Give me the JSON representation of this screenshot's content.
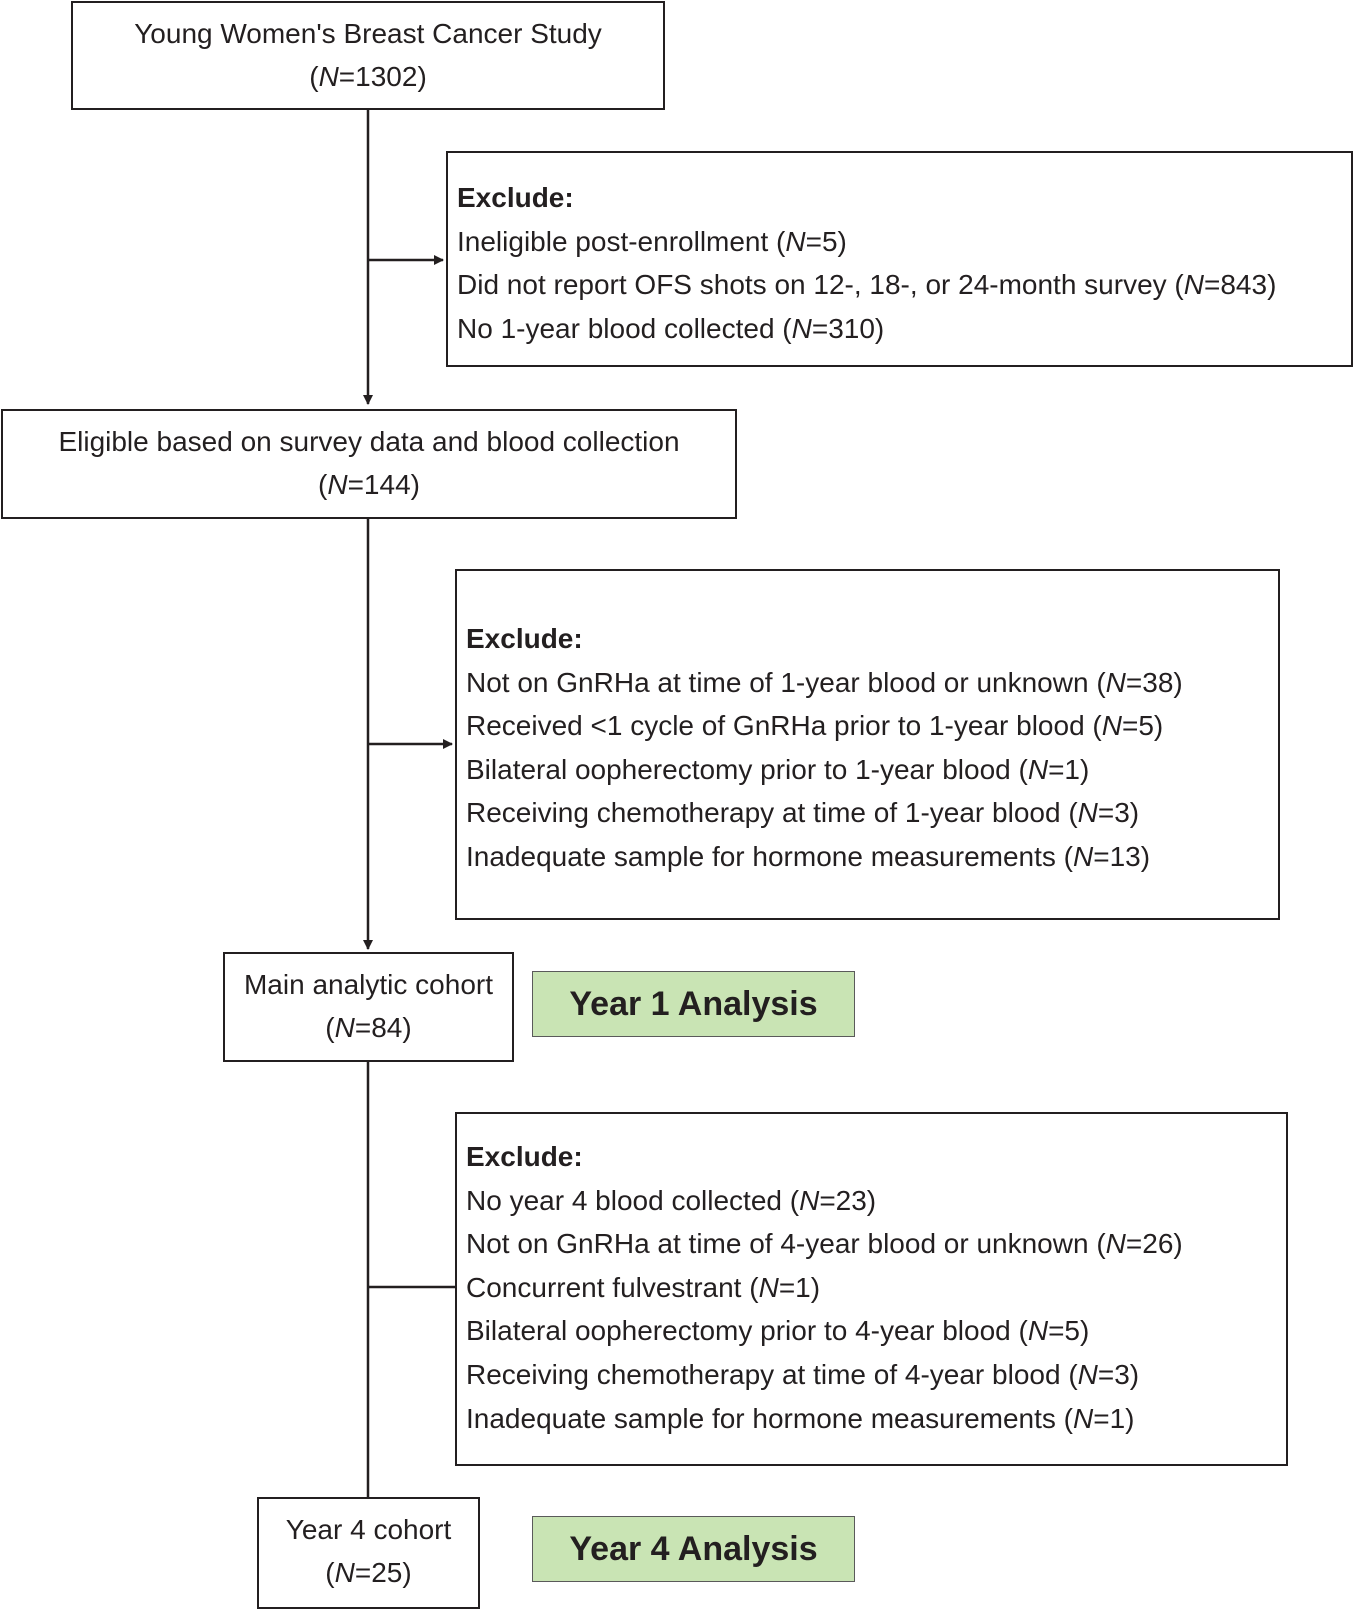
{
  "boxes": {
    "study": {
      "title": "Young Women's Breast Cancer Study",
      "n_prefix": "(",
      "n_italic": "N",
      "n_value": "=1302)"
    },
    "eligible": {
      "title": "Eligible based on survey data and blood collection",
      "n_prefix": "(",
      "n_italic": "N",
      "n_value": "=144)"
    },
    "main_cohort": {
      "title": "Main analytic cohort",
      "n_prefix": "(",
      "n_italic": "N",
      "n_value": "=84)"
    },
    "year4_cohort": {
      "title": "Year 4 cohort",
      "n_prefix": "(",
      "n_italic": "N",
      "n_value": "=25)"
    }
  },
  "exclusions": [
    {
      "heading": "Exclude:",
      "items": [
        {
          "text": "Ineligible post-enrollment (",
          "italic": "N",
          "value": "=5)"
        },
        {
          "text": "Did not report OFS shots on 12-, 18-, or 24-month survey (",
          "italic": "N",
          "value": "=843)"
        },
        {
          "text": "No 1-year blood collected (",
          "italic": "N",
          "value": "=310)"
        }
      ]
    },
    {
      "heading": "Exclude:",
      "items": [
        {
          "text": "Not on GnRHa at time of 1-year blood or unknown (",
          "italic": "N",
          "value": "=38)"
        },
        {
          "text": "Received <1 cycle of GnRHa prior to 1-year blood (",
          "italic": "N",
          "value": "=5)"
        },
        {
          "text": "Bilateral oopherectomy prior to 1-year blood (",
          "italic": "N",
          "value": "=1)"
        },
        {
          "text": "Receiving chemotherapy at time of 1-year blood (",
          "italic": "N",
          "value": "=3)"
        },
        {
          "text": "Inadequate sample for hormone measurements (",
          "italic": "N",
          "value": "=13)"
        }
      ]
    },
    {
      "heading": "Exclude:",
      "items": [
        {
          "text": "No year 4 blood collected (",
          "italic": "N",
          "value": "=23)"
        },
        {
          "text": "Not on GnRHa at time of 4-year blood or unknown (",
          "italic": "N",
          "value": "=26)"
        },
        {
          "text": "Concurrent fulvestrant (",
          "italic": "N",
          "value": "=1)"
        },
        {
          "text": "Bilateral oopherectomy prior to 4-year blood (",
          "italic": "N",
          "value": "=5)"
        },
        {
          "text": "Receiving chemotherapy at time of 4-year blood (",
          "italic": "N",
          "value": "=3)"
        },
        {
          "text": "Inadequate sample for hormone measurements (",
          "italic": "N",
          "value": "=1)"
        }
      ]
    }
  ],
  "analysis_labels": {
    "year1": "Year 1 Analysis",
    "year4": "Year 4 Analysis"
  },
  "colors": {
    "analysis_fill": "#c9e4b4",
    "line": "#231f20"
  }
}
